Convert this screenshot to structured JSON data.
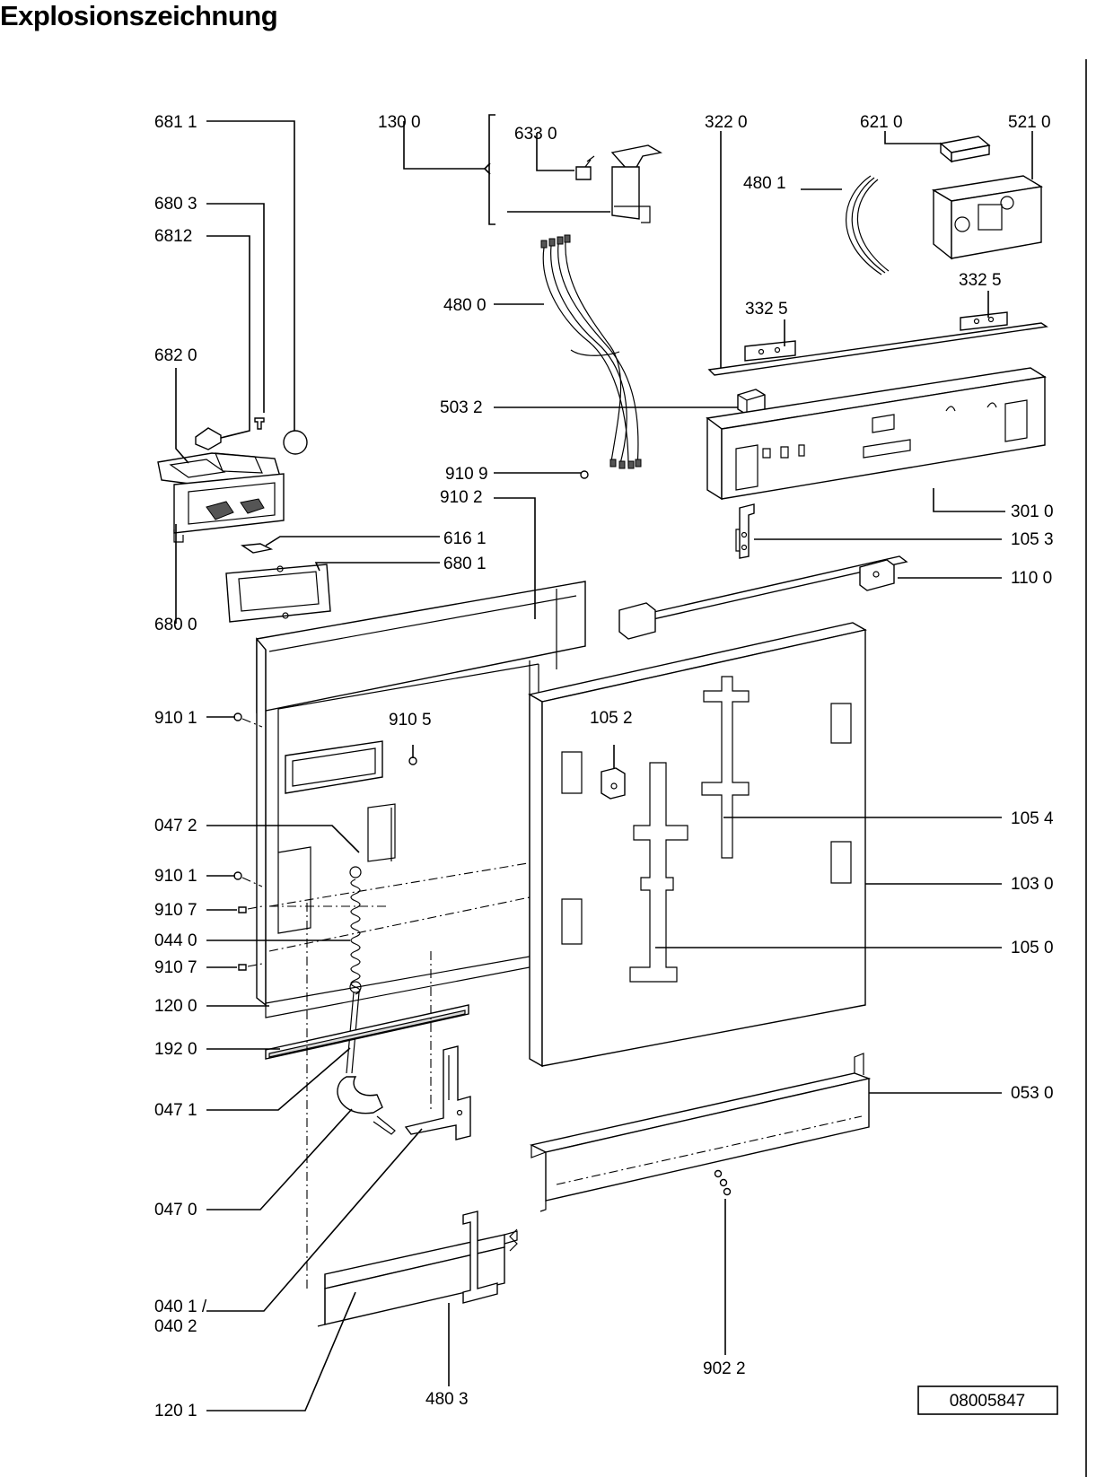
{
  "title": "Explosionszeichnung",
  "reference_number": "08005847",
  "part_labels": [
    "681 1",
    "130 0",
    "633 0",
    "322  0",
    "621 0",
    "521 0",
    "480 1",
    "680 3",
    "6812",
    "480 0",
    "332  5",
    "332  5",
    "682 0",
    "503 2",
    "910 9",
    "301 0",
    "910 2",
    "616 1",
    "105 3",
    "680 1",
    "110 0",
    "680 0",
    "910 1",
    "910 5",
    "105 2",
    "047 2",
    "105 4",
    "910 1",
    "103 0",
    "910 7",
    "044 0",
    "105 0",
    "910 7",
    "120 0",
    "192 0",
    "047 1",
    "053 0",
    "047 0",
    "040 1 /",
    "040 2",
    "902 2",
    "120 1",
    "480 3"
  ]
}
